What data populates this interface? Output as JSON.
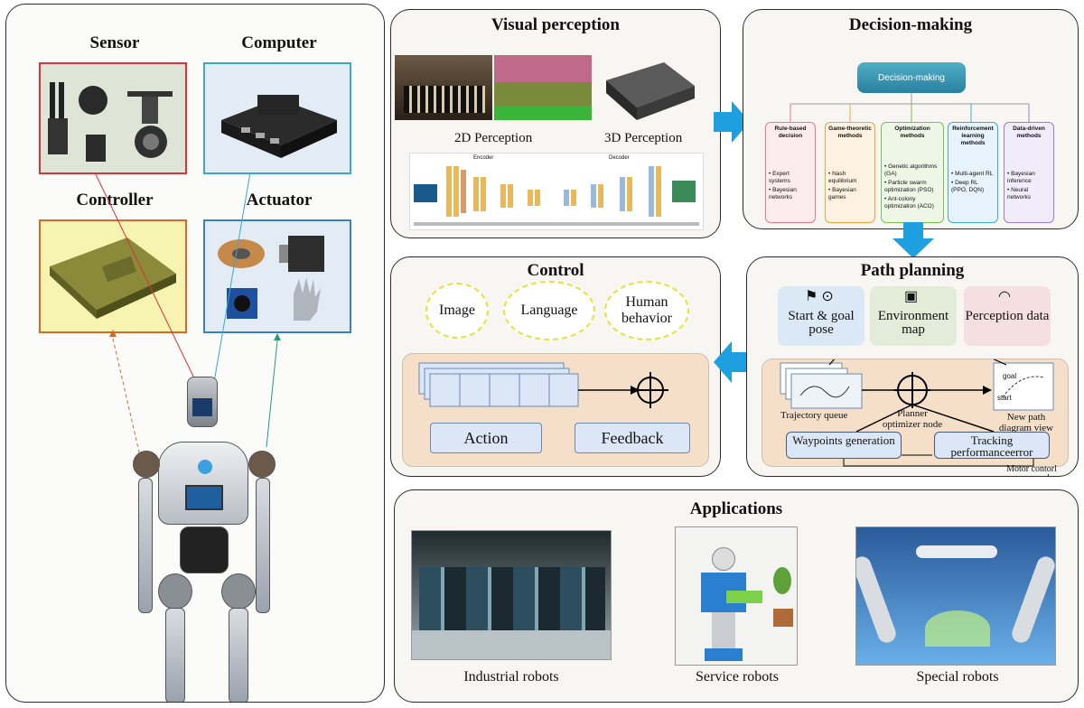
{
  "robot": {
    "sensor": "Sensor",
    "computer": "Computer",
    "controller": "Controller",
    "actuator": "Actuator"
  },
  "visual": {
    "title": "Visual perception",
    "perception_2d": "2D Perception",
    "perception_3d": "3D Perception",
    "encoder": "Encoder",
    "decoder": "Decoder"
  },
  "decision": {
    "title": "Decision-making",
    "hub": "Decision-making",
    "cards": [
      {
        "title": "Rule-based decision",
        "items": [
          "Expert systems",
          "Bayesian networks"
        ],
        "color": "#e9788a"
      },
      {
        "title": "Game-theoretic methods",
        "items": [
          "Nash equilibrium",
          "Bayesian games"
        ],
        "color": "#f0a63a"
      },
      {
        "title": "Optimization methods",
        "items": [
          "Genetic algorithms (GA)",
          "Particle swarm optimization (PSO)",
          "Ant-colony optimization (ACO)"
        ],
        "color": "#7cbf52"
      },
      {
        "title": "Reinforcement learning methods",
        "items": [
          "Multi-agent RL",
          "Deep RL (PPO, DQN)"
        ],
        "color": "#3fa9d8"
      },
      {
        "title": "Data-driven methods",
        "items": [
          "Bayesian inference",
          "Neural networks"
        ],
        "color": "#9b7fd4"
      }
    ]
  },
  "control": {
    "title": "Control",
    "image": "Image",
    "language": "Language",
    "human_behavior": "Human behavior",
    "action": "Action",
    "feedback": "Feedback"
  },
  "path": {
    "title": "Path  planning",
    "start_goal": "Start & goal pose",
    "environment": "Environment map",
    "perception_data": "Perception data",
    "trajectory": "Trajectory queue",
    "planner": "Planner optimizer node",
    "new_path": "New path diagram view",
    "waypoints": "Waypoints generation",
    "tracking": "Tracking performanceerror",
    "motor": "Motor contorl command",
    "goal": "goal",
    "start": "start"
  },
  "applications": {
    "title": "Applications",
    "industrial": "Industrial robots",
    "service": "Service robots",
    "special": "Special robots"
  },
  "colors": {
    "sensor": "#d9333a",
    "computer": "#3aa9c9",
    "controller": "#d36a2a",
    "actuator": "#3a7fc1",
    "arrow": "#1e9fe0"
  }
}
